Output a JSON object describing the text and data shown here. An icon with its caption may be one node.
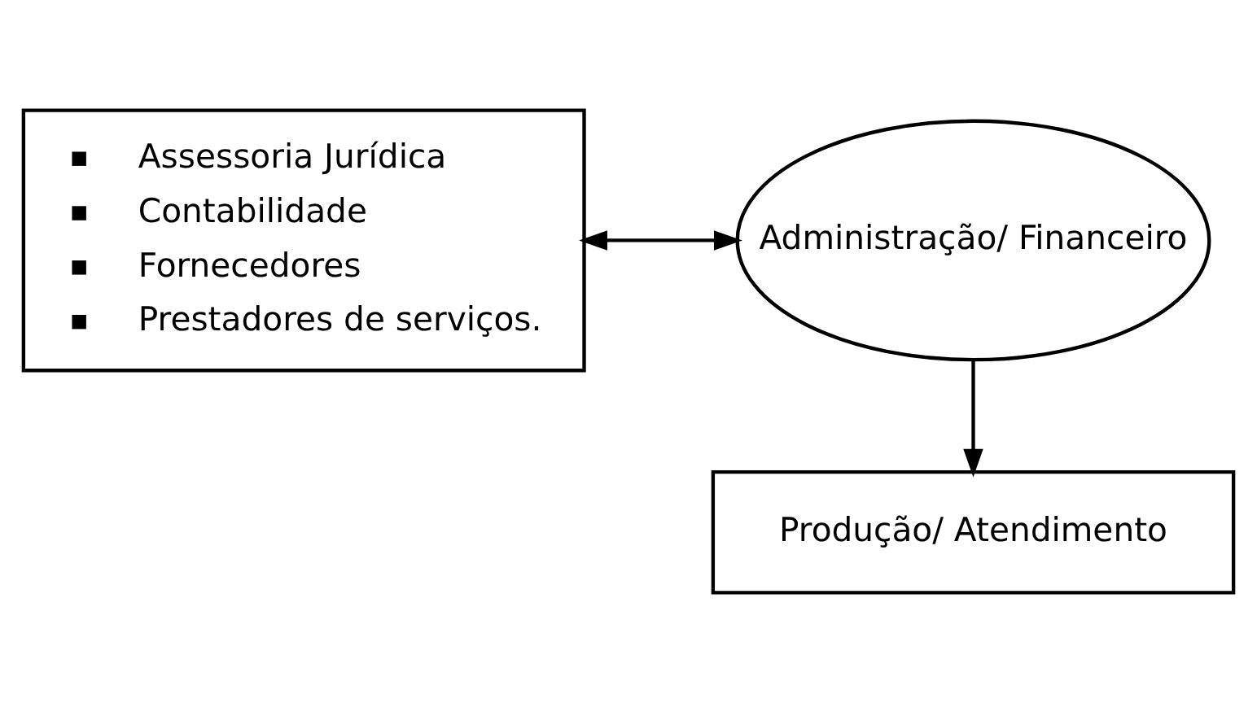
{
  "diagram": {
    "nodes": [
      {
        "text": [
          "Assessoria Jurídica",
          "Contabilidade",
          "Fornecedores",
          "Prestadores de serviços."
        ]
      },
      {
        "text": [
          "Administração/ Financeiro"
        ]
      },
      {
        "text": [
          "Produção/ Atendimento"
        ]
      }
    ],
    "edges": [
      {
        "from": 0,
        "to": 1,
        "arrow": "both"
      },
      {
        "from": 1,
        "to": 2,
        "arrow": "to"
      }
    ]
  }
}
